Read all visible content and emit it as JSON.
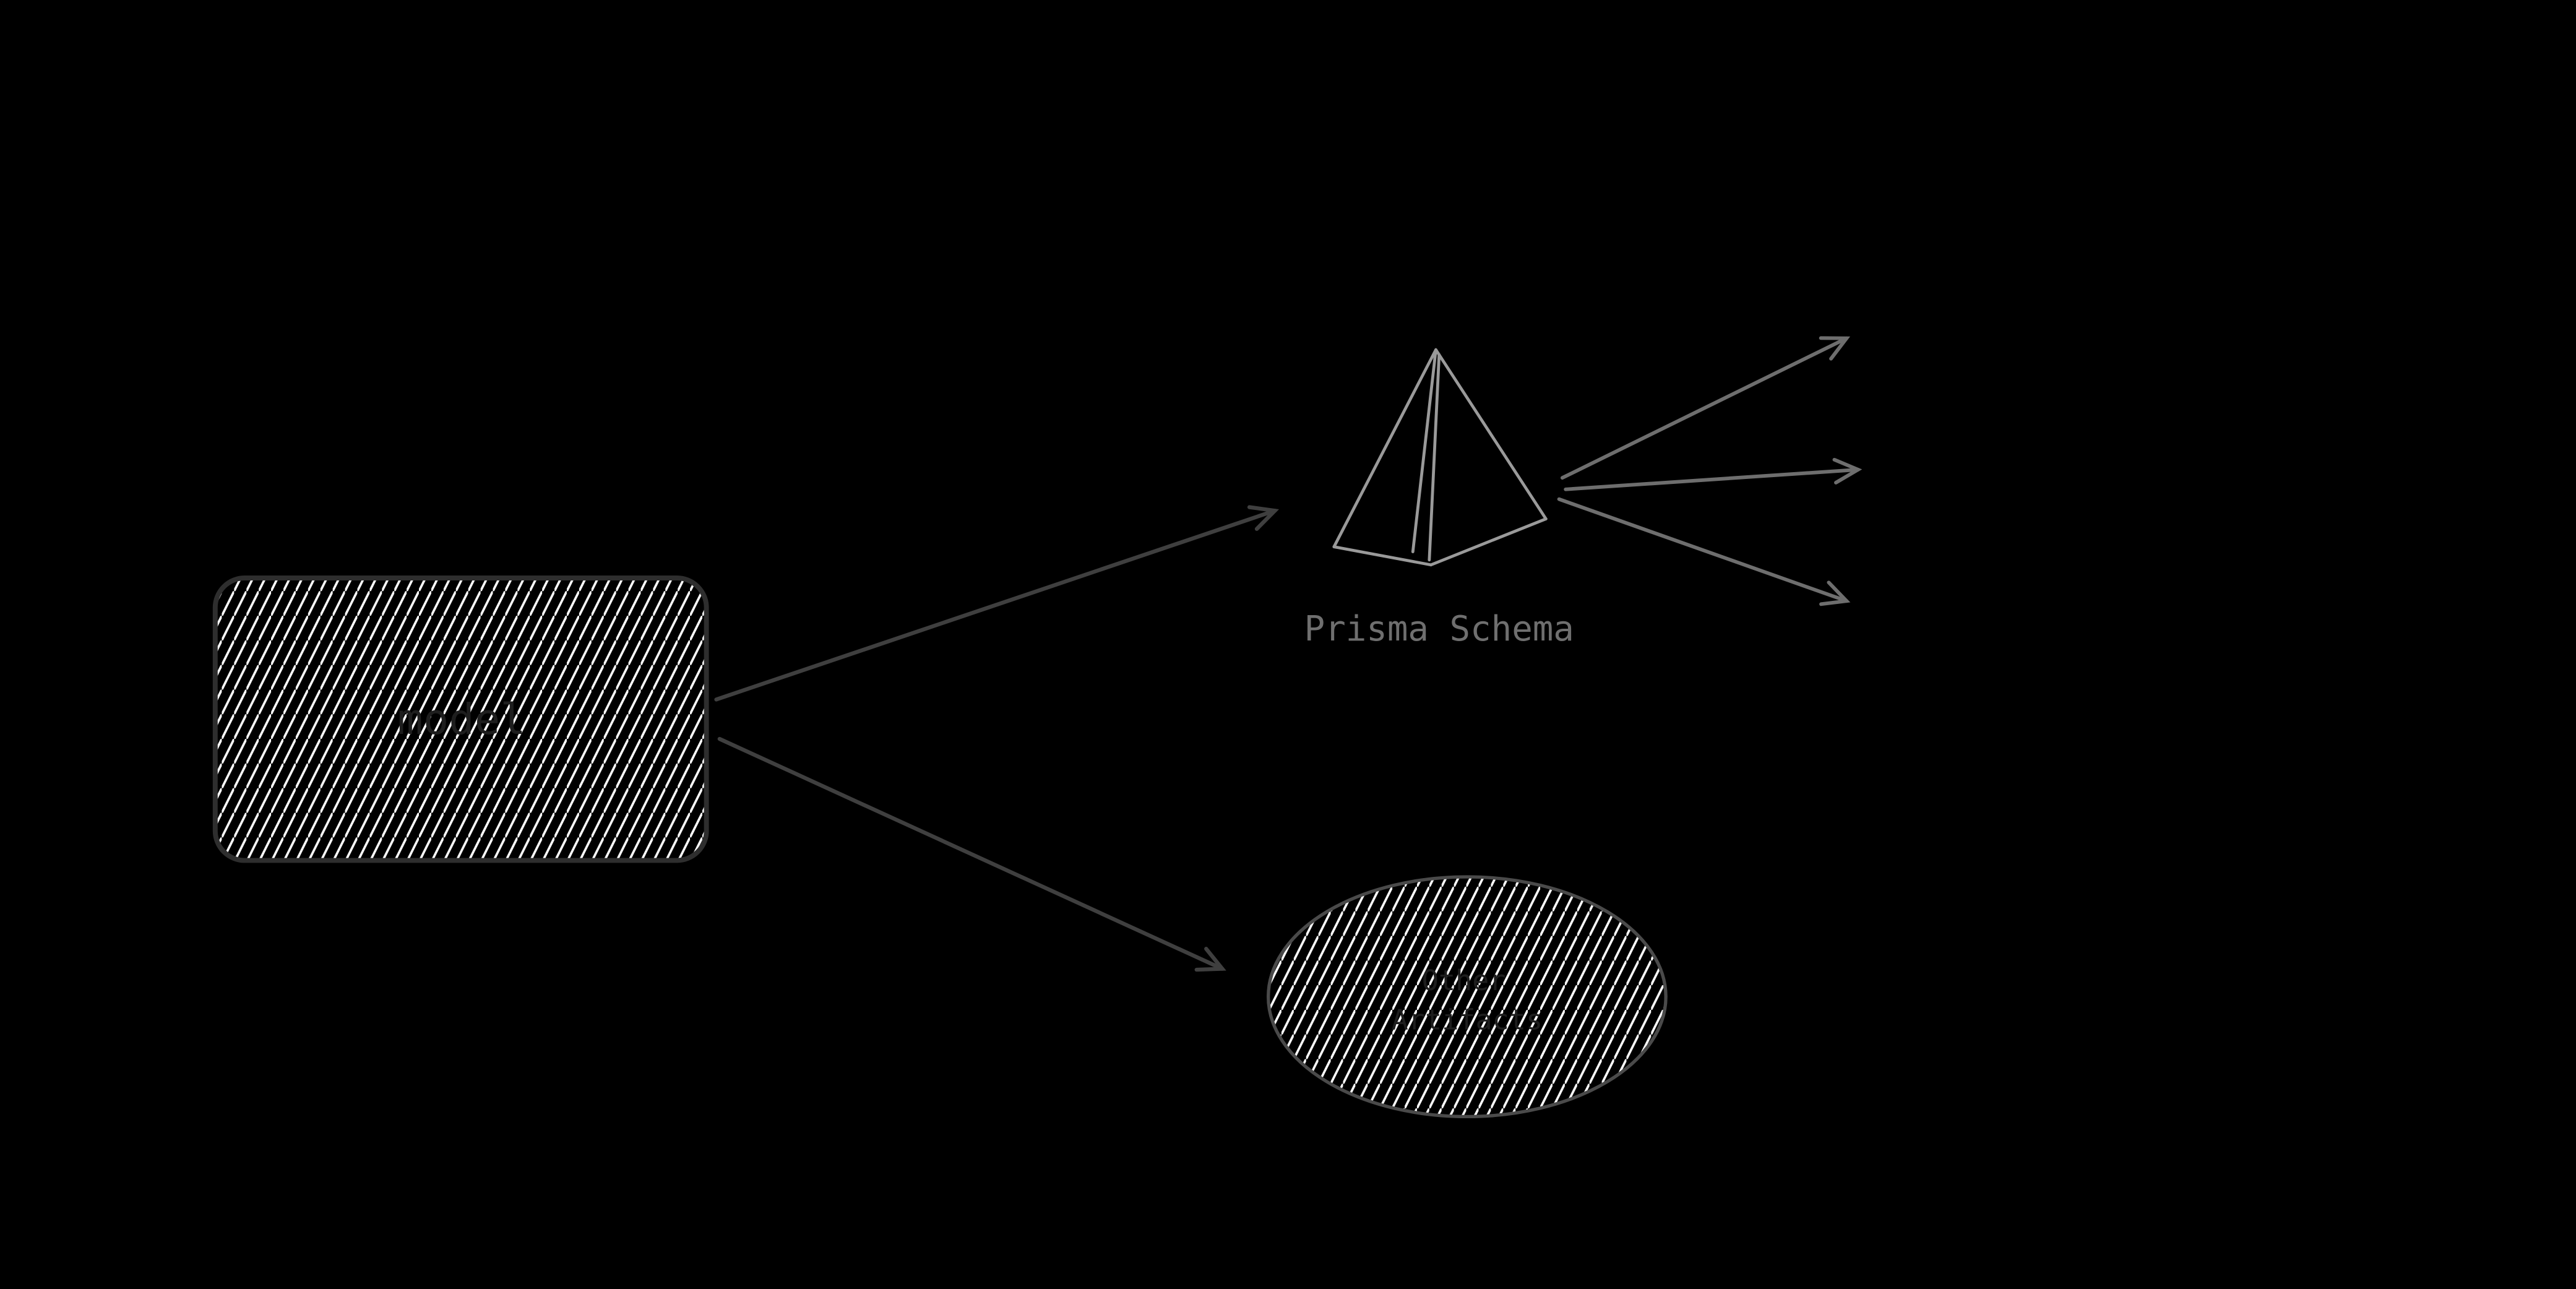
{
  "diagram": {
    "model": {
      "label": "model"
    },
    "prism": {
      "label": "Prisma Schema"
    },
    "artifacts": {
      "label_line1": "Other",
      "label_line2": "Artifacts"
    },
    "colors": {
      "background": "#000000",
      "hatch_fill": "#ffffff",
      "model_outline": "#2e2e2e",
      "ellipse_outline": "#4a4a4a",
      "arrow_dark": "#3f3f3f",
      "arrow_light": "#6e6e6e",
      "prism_stroke": "#9a9a9a",
      "schema_label_color": "#6f6f6f",
      "node_text_color": "#1e1e1e"
    }
  }
}
